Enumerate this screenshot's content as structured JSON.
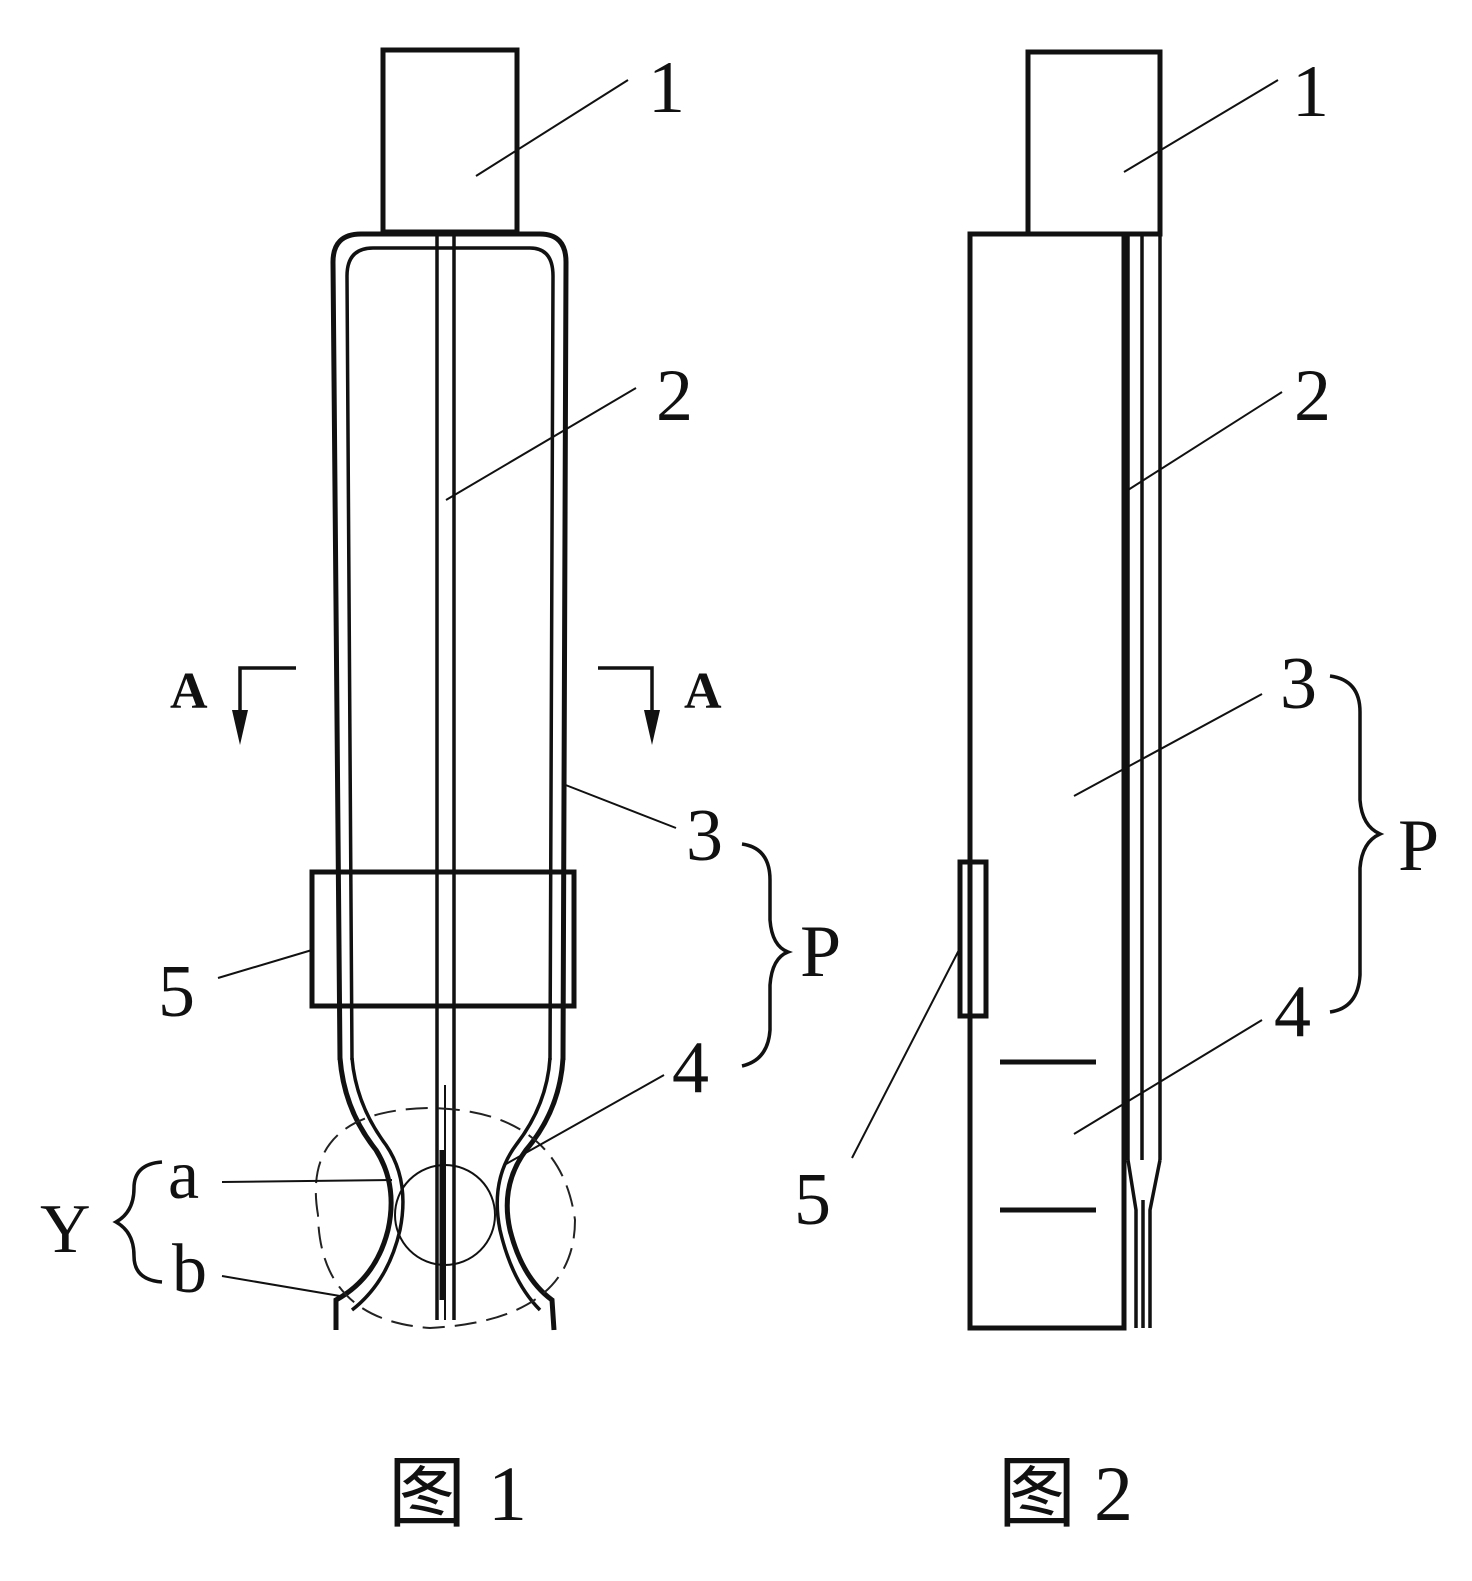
{
  "figures": [
    {
      "caption_char": "图",
      "caption_num": "1",
      "labels": {
        "part1": "1",
        "part2": "2",
        "part3": "3",
        "part4": "4",
        "part5": "5",
        "brace_P": "P",
        "brace_Y": "Y",
        "point_a": "a",
        "point_b": "b",
        "section_left": "A",
        "section_right": "A"
      }
    },
    {
      "caption_char": "图",
      "caption_num": "2",
      "labels": {
        "part1": "1",
        "part2": "2",
        "part3": "3",
        "part4": "4",
        "part5": "5",
        "brace_P": "P"
      }
    }
  ],
  "colors": {
    "ink": "#111111",
    "background": "#ffffff"
  }
}
